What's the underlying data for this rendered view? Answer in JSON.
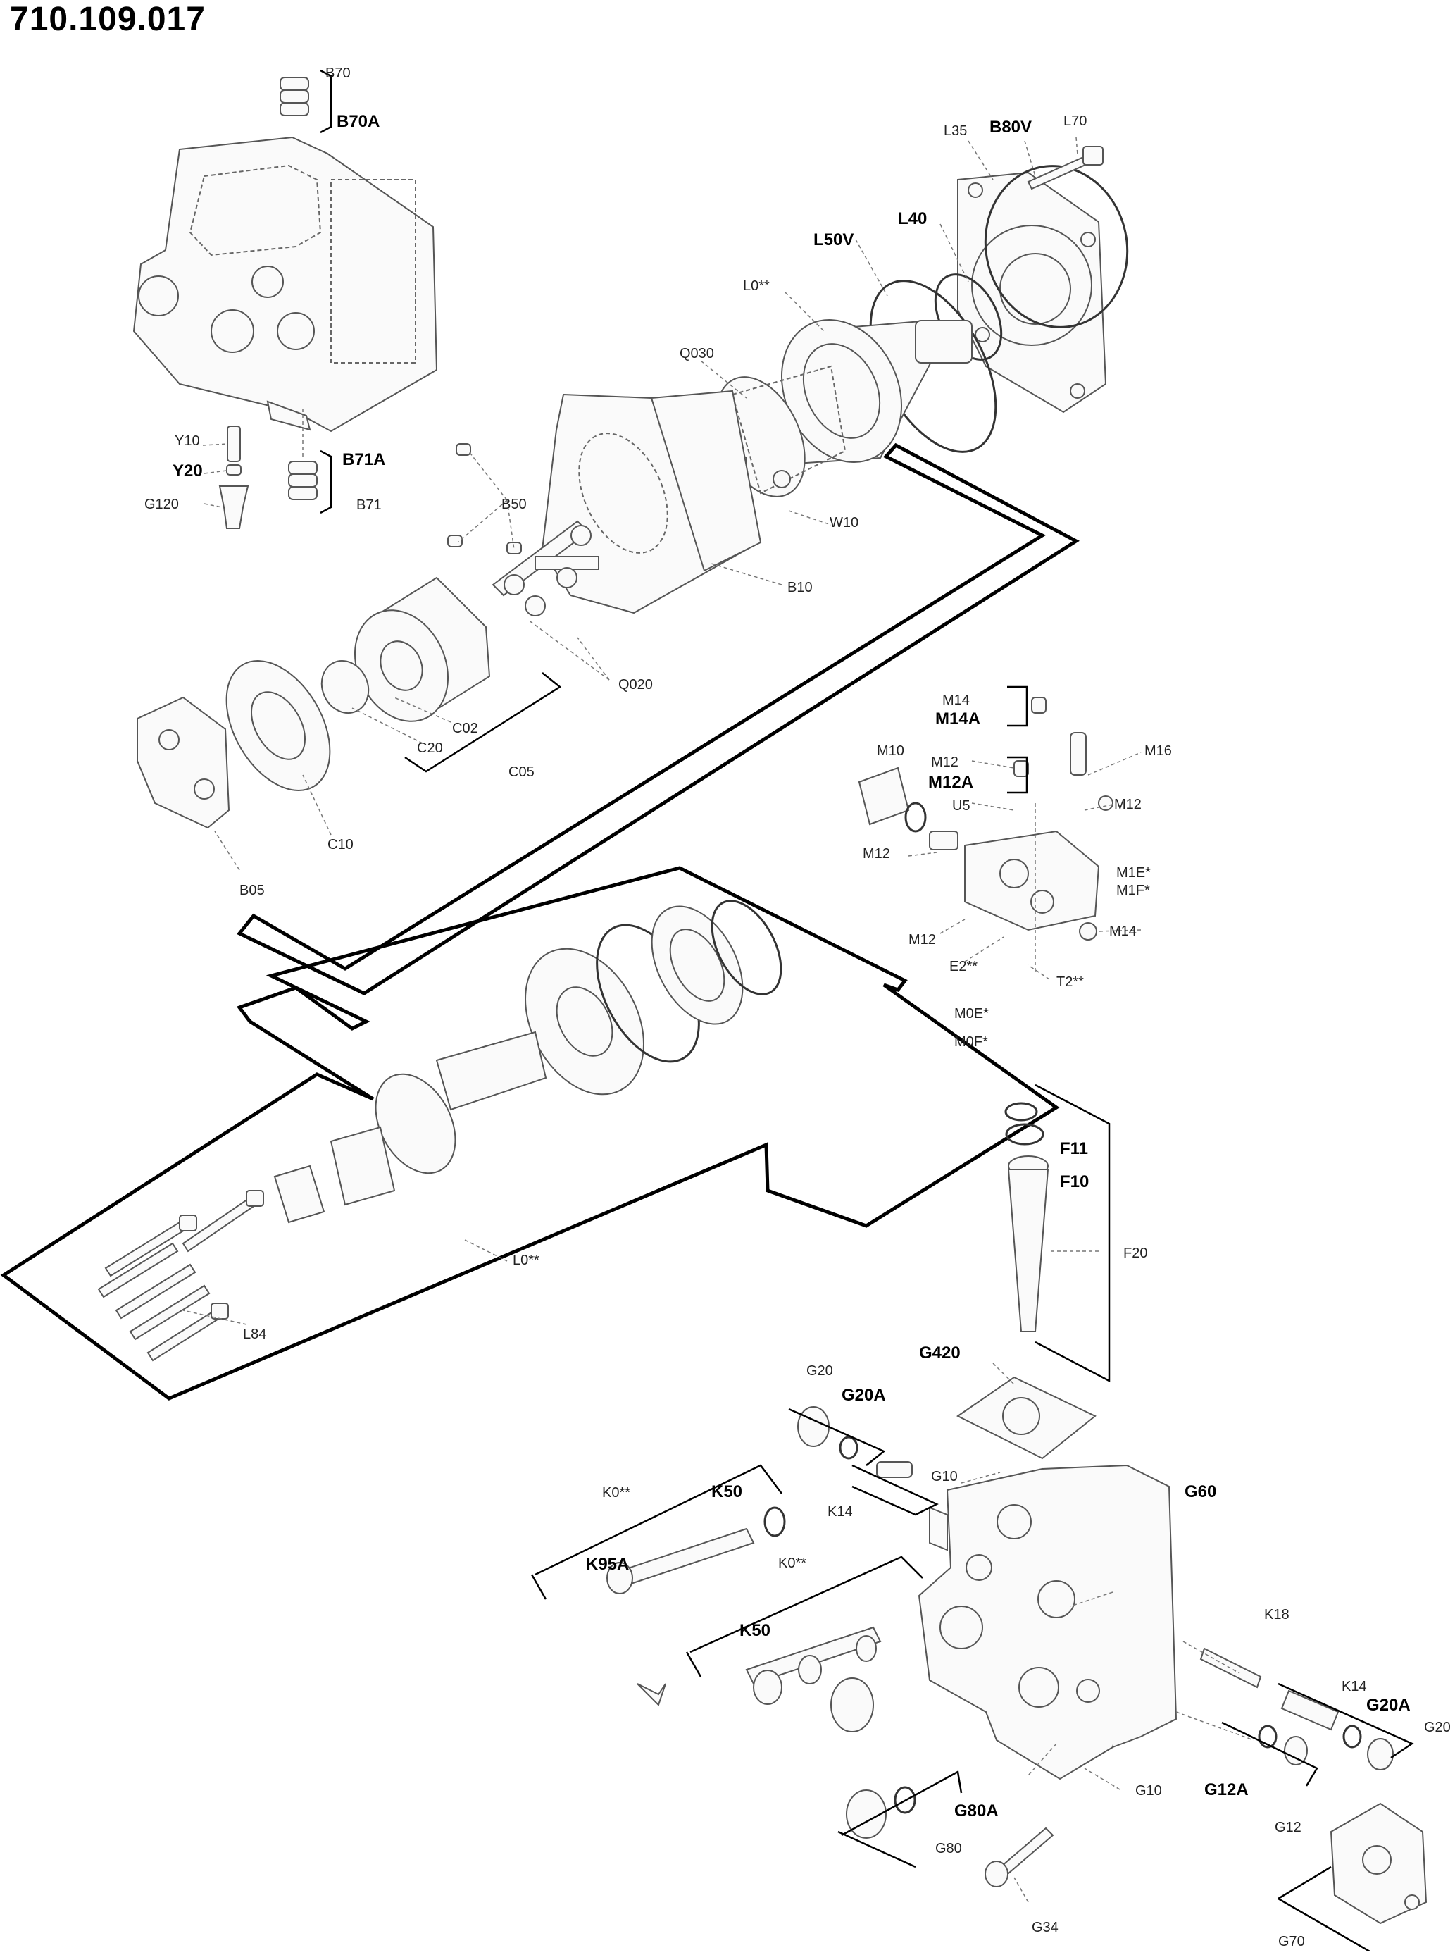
{
  "drawing_number": "710.109.017",
  "labels": {
    "B70": "B70",
    "B70A": "B70A",
    "L35": "L35",
    "B80V": "B80V",
    "L70": "L70",
    "L40": "L40",
    "L50V": "L50V",
    "L0a": "L0**",
    "Q030": "Q030",
    "Y10": "Y10",
    "Y20": "Y20",
    "G120": "G120",
    "B71A": "B71A",
    "B71": "B71",
    "B50": "B50",
    "W10": "W10",
    "B10": "B10",
    "Q020": "Q020",
    "C02": "C02",
    "C20": "C20",
    "C05": "C05",
    "C10": "C10",
    "B05": "B05",
    "M14": "M14",
    "M14A": "M14A",
    "M16": "M16",
    "M10": "M10",
    "M12a": "M12",
    "M12A": "M12A",
    "U5": "U5",
    "M12b": "M12",
    "M12c": "M12",
    "M1E": "M1E*",
    "M1F": "M1F*",
    "M14b": "M14",
    "M12d": "M12",
    "E2": "E2**",
    "T2": "T2**",
    "M0E": "M0E*",
    "M0F": "M0F*",
    "F11": "F11",
    "F10": "F10",
    "L0b": "L0**",
    "F20": "F20",
    "L84": "L84",
    "G420": "G420",
    "G20a": "G20",
    "G20Aa": "G20A",
    "G10a": "G10",
    "K14a": "K14",
    "K0a": "K0**",
    "K50a": "K50",
    "G60": "G60",
    "K95A": "K95A",
    "K0b": "K0**",
    "K18": "K18",
    "K50b": "K50",
    "K14b": "K14",
    "G20Ab": "G20A",
    "G20b": "G20",
    "G12A": "G12A",
    "G10b": "G10",
    "G80A": "G80A",
    "G12": "G12",
    "G80": "G80",
    "G34": "G34",
    "G70": "G70"
  }
}
